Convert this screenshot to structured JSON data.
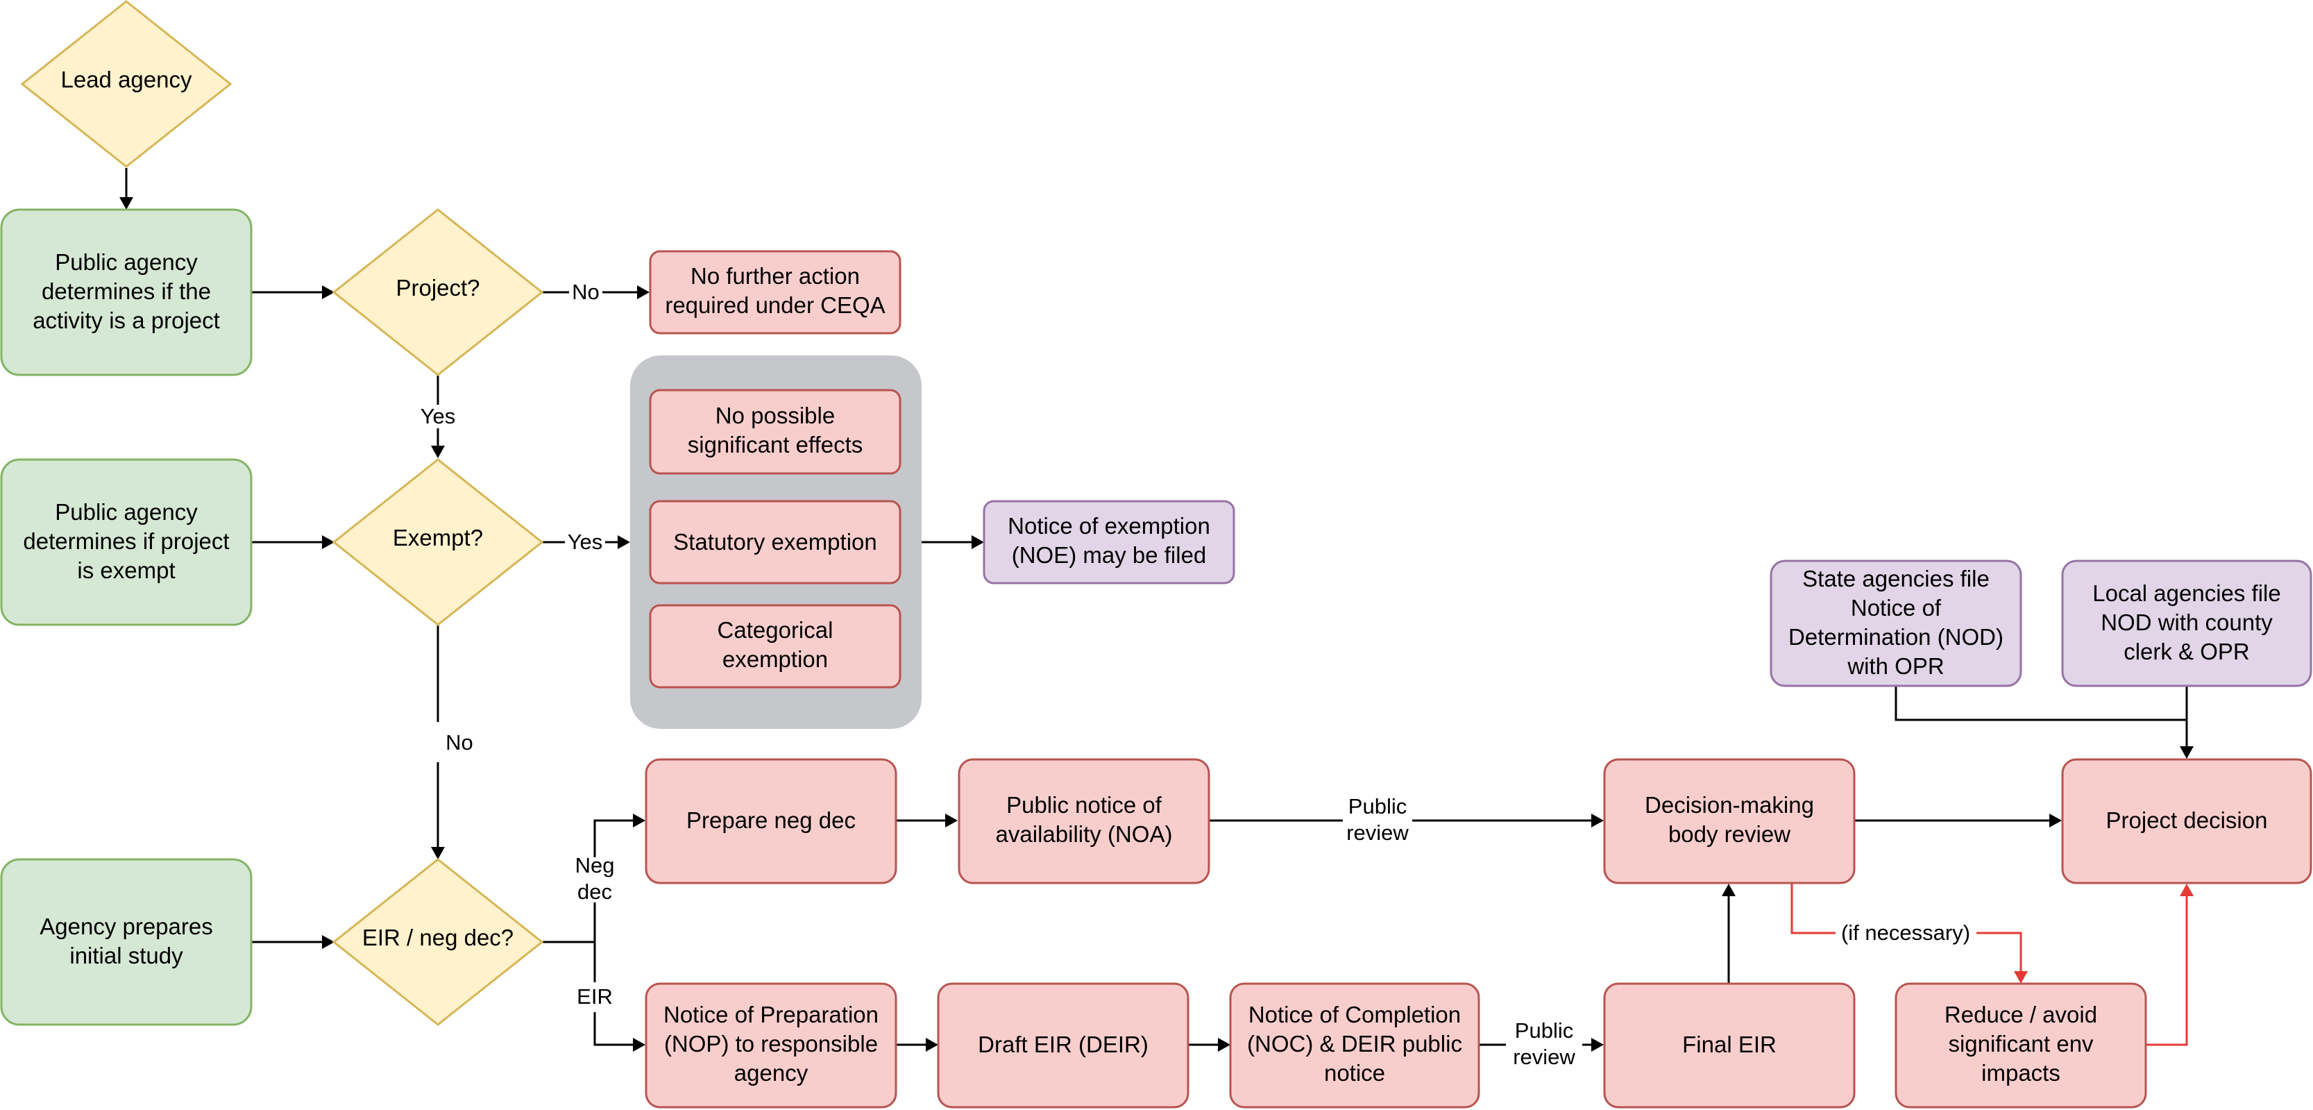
{
  "colors": {
    "decision_fill": "#FFF2CC",
    "decision_stroke": "#D6B656",
    "green_fill": "#D5E8D4",
    "green_stroke": "#82B366",
    "red_fill": "#F8CECC",
    "red_stroke": "#B85450",
    "purple_fill": "#E1D5E7",
    "purple_stroke": "#9673A6",
    "group_fill": "#C6C7CB",
    "edge": "#000000",
    "edge_red": "#E53935"
  },
  "nodes": {
    "lead_agency": [
      "Lead agency"
    ],
    "determine_project": [
      "Public agency",
      "determines if the",
      "activity is a project"
    ],
    "project_q": [
      "Project?"
    ],
    "no_further_action": [
      "No further action",
      "required under CEQA"
    ],
    "determine_exempt": [
      "Public agency",
      "determines if project",
      "is exempt"
    ],
    "exempt_q": [
      "Exempt?"
    ],
    "no_possible_effects": [
      "No possible",
      "significant effects"
    ],
    "statutory_exemption": [
      "Statutory exemption"
    ],
    "categorical_exemption": [
      "Categorical",
      "exemption"
    ],
    "notice_of_exemption": [
      "Notice of exemption",
      "(NOE) may be filed"
    ],
    "initial_study": [
      "Agency prepares",
      "initial study"
    ],
    "eir_neg_q": [
      "EIR / neg dec?"
    ],
    "prepare_neg_dec": [
      "Prepare neg dec"
    ],
    "public_notice_noa": [
      "Public notice of",
      "availability (NOA)"
    ],
    "decision_body_review": [
      "Decision-making",
      "body review"
    ],
    "project_decision": [
      "Project decision"
    ],
    "nop": [
      "Notice of Preparation",
      "(NOP) to responsible",
      "agency"
    ],
    "draft_eir": [
      "Draft EIR (DEIR)"
    ],
    "noc": [
      "Notice of Completion",
      "(NOC) & DEIR public",
      "notice"
    ],
    "final_eir": [
      "Final EIR"
    ],
    "reduce_impacts": [
      "Reduce / avoid",
      "significant env",
      "impacts"
    ],
    "state_agencies_nod": [
      "State agencies file",
      "Notice of",
      "Determination (NOD)",
      "with OPR"
    ],
    "local_agencies_nod": [
      "Local agencies file",
      "NOD with county",
      "clerk & OPR"
    ]
  },
  "edge_labels": {
    "no_1": [
      "No"
    ],
    "yes_1": [
      "Yes"
    ],
    "yes_2": [
      "Yes"
    ],
    "no_2": [
      "No"
    ],
    "neg_dec": [
      "Neg",
      "dec"
    ],
    "eir": [
      "EIR"
    ],
    "public_review_1": [
      "Public",
      "review"
    ],
    "public_review_2": [
      "Public",
      "review"
    ],
    "if_necessary": [
      "(if necessary)"
    ]
  }
}
